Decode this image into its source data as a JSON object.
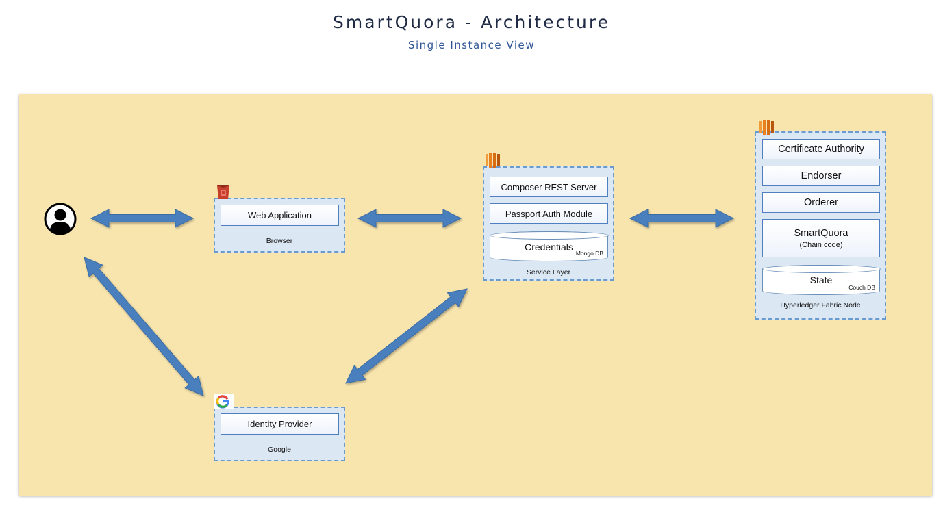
{
  "title": "SmartQuora - Architecture",
  "subtitle": "Single Instance View",
  "browser": {
    "box": "Web Application",
    "caption": "Browser"
  },
  "google": {
    "box": "Identity Provider",
    "caption": "Google"
  },
  "service": {
    "boxes": [
      "Composer REST Server",
      "Passport Auth Module"
    ],
    "db_label": "Credentials",
    "db_sub": "Mongo DB",
    "caption": "Service Layer"
  },
  "fabric": {
    "boxes": [
      "Certificate Authority",
      "Endorser",
      "Orderer"
    ],
    "chaincode_title": "SmartQuora",
    "chaincode_sub": "(Chain code)",
    "db_label": "State",
    "db_sub": "Couch DB",
    "caption": "Hyperledger Fabric Node"
  },
  "icons": {
    "user": "user-silhouette-icon",
    "browser": "aws-s3-icon",
    "service": "aws-ec2-icon",
    "fabric": "aws-ec2-icon",
    "google": "google-g-icon"
  },
  "colors": {
    "canvas": "#f8e5ae",
    "group_fill": "#dce7f4",
    "group_border": "#6a9bd0",
    "arrow": "#4a7fbc",
    "aws_orange": "#e9801f",
    "s3_red": "#c7402b"
  }
}
